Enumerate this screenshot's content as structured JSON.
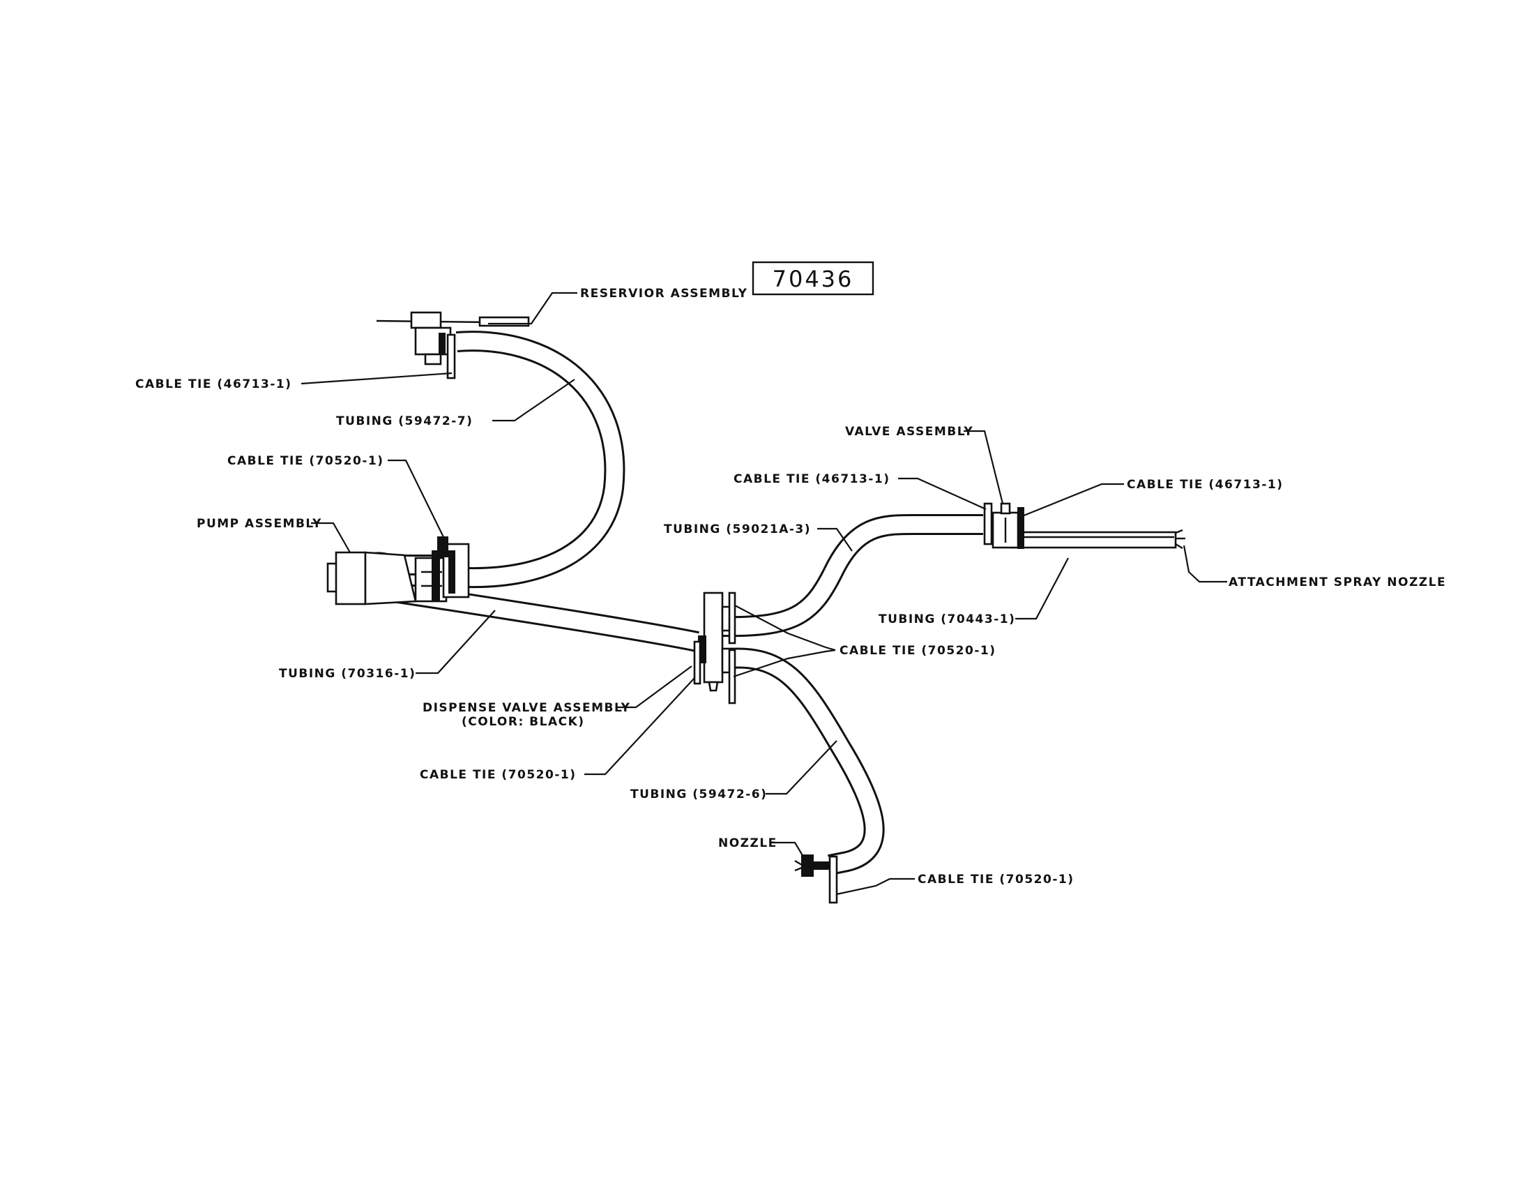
{
  "drawing": {
    "number": "70436"
  },
  "callouts": {
    "reservoir_assembly": "RESERVIOR ASSEMBLY",
    "cable_tie_reservoir": "CABLE TIE (46713-1)",
    "tubing_59472_7": "TUBING (59472-7)",
    "cable_tie_pump": "CABLE TIE (70520-1)",
    "pump_assembly": "PUMP ASSEMBLY",
    "valve_assembly": "VALVE ASSEMBLY",
    "cable_tie_valve_left": "CABLE TIE (46713-1)",
    "cable_tie_valve_right": "CABLE TIE (46713-1)",
    "tubing_59021a_3": "TUBING (59021A-3)",
    "attachment_spray_nozzle": "ATTACHMENT SPRAY NOZZLE",
    "tubing_70443_1": "TUBING (70443-1)",
    "cable_tie_dispense_right": "CABLE TIE (70520-1)",
    "tubing_70316_1": "TUBING (70316-1)",
    "dispense_valve_assembly": "DISPENSE VALVE ASSEMBLY",
    "dispense_valve_color": "(COLOR: BLACK)",
    "cable_tie_dispense_left": "CABLE TIE (70520-1)",
    "tubing_59472_6": "TUBING (59472-6)",
    "nozzle": "NOZZLE",
    "cable_tie_nozzle": "CABLE TIE (70520-1)"
  },
  "colors": {
    "line": "#111111",
    "background": "#ffffff"
  }
}
